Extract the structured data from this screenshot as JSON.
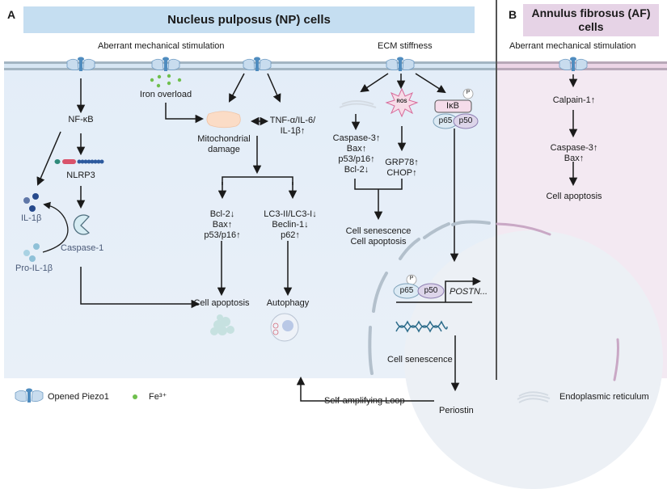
{
  "panels": {
    "a": {
      "letter": "A",
      "title": "Nucleus pulposus (NP) cells",
      "stimuli": {
        "mechanical": "Aberrant mechanical stimulation",
        "ecm": "ECM stiffness"
      },
      "nodes": {
        "nfkb": "NF-κB",
        "nlrp3": "NLRP3",
        "il1b": "IL-1β",
        "pro_il1b": "Pro-IL-1β",
        "caspase1": "Caspase-1",
        "iron_overload": "Iron overload",
        "mito_damage": [
          "Mitochondrial",
          "damage"
        ],
        "cytokines": [
          "TNF-α/IL-6/",
          "IL-1β↑"
        ],
        "apoptosis_markers": [
          "Bcl-2↓",
          "Bax↑",
          "p53/p16↑"
        ],
        "autophagy_markers": [
          "LC3-II/LC3-I↓",
          "Beclin-1↓",
          "p62↑"
        ],
        "cell_apoptosis": "Cell apoptosis",
        "autophagy": "Autophagy",
        "er_markers": [
          "Caspase-3↑",
          "Bax↑",
          "p53/p16↑",
          "Bcl-2↓"
        ],
        "ros": "ROS",
        "er_stress": [
          "GRP78↑",
          "CHOP↑"
        ],
        "ikb": "IκB",
        "p65": "p65",
        "p50": "p50",
        "phospho": "P",
        "senescence_apoptosis": [
          "Cell senescence",
          "Cell apoptosis"
        ],
        "postn": "POSTN...",
        "cell_senescence": "Cell senescence",
        "periostin": "Periostin",
        "loop": "Self-amplifying Loop"
      }
    },
    "b": {
      "letter": "B",
      "title": [
        "Annulus fibrosus (AF)",
        "cells"
      ],
      "stimulus": "Aberrant mechanical stimulation",
      "nodes": {
        "calpain": "Calpain-1↑",
        "markers": [
          "Caspase-3↑",
          "Bax↑"
        ],
        "apoptosis": "Cell apoptosis"
      }
    }
  },
  "legend": {
    "piezo": "Opened Piezo1",
    "fe": "Fe³⁺",
    "er": "Endoplasmic reticulum"
  },
  "colors": {
    "np_header": "#c5def1",
    "np_bg": "#e4eef8",
    "af_header": "#e6d3e6",
    "af_bg": "#f3e8f1",
    "membrane": "#9fb3c0",
    "piezo": "#4f8cbf",
    "iron": "#6fbf4d",
    "arrow": "#1a1a1a"
  }
}
